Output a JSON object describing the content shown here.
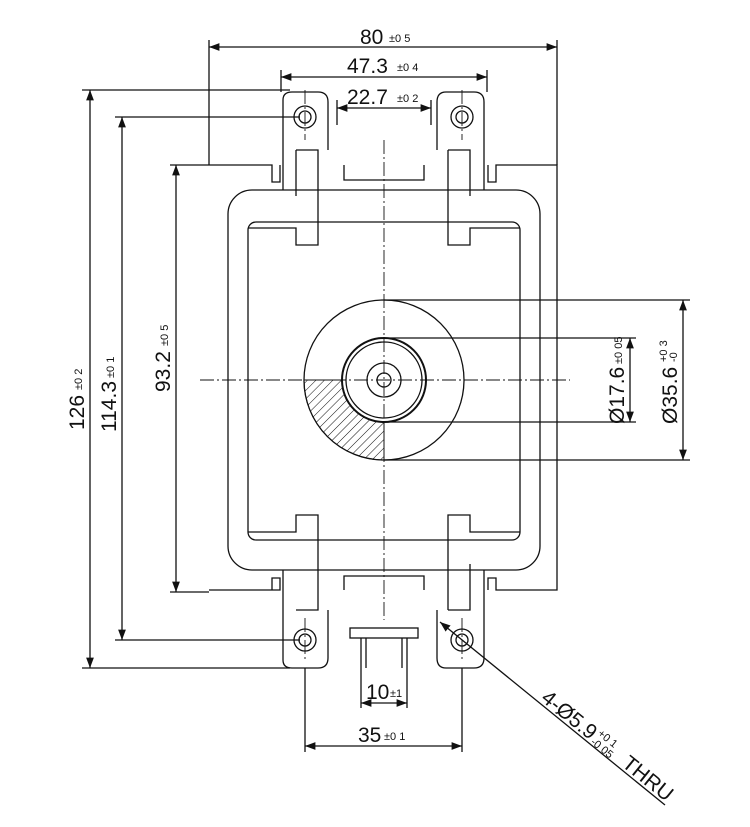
{
  "title": "Magnetron mounting plate dimension drawing",
  "dimensions": {
    "width_overall": {
      "value": "80",
      "tol": "±0 5"
    },
    "hole_span_top": {
      "value": "47.3",
      "tol": "±0 4"
    },
    "inner_span_top": {
      "value": "22.7",
      "tol": "±0 2"
    },
    "height_overall": {
      "value": "126",
      "tol": "±0 2"
    },
    "hole_pitch_vertical": {
      "value": "114.3",
      "tol": "±0 1"
    },
    "body_height": {
      "value": "93.2",
      "tol": "±0 5"
    },
    "inner_diameter": {
      "value": "Ø17.6",
      "tol": "±0 05"
    },
    "outer_diameter": {
      "value": "Ø35.6",
      "tol_upper": "+0 3",
      "tol_lower": "-0"
    },
    "terminal_span": {
      "value": "10",
      "tol": "±1"
    },
    "hole_pitch_horizontal": {
      "value": "35",
      "tol": "±0 1"
    },
    "holes": {
      "value": "4-Ø5.9",
      "tol_upper": "+0 1",
      "tol_lower": "-0 05",
      "suffix": "THRU"
    }
  },
  "colors": {
    "line": "#111111",
    "background": "#ffffff"
  }
}
